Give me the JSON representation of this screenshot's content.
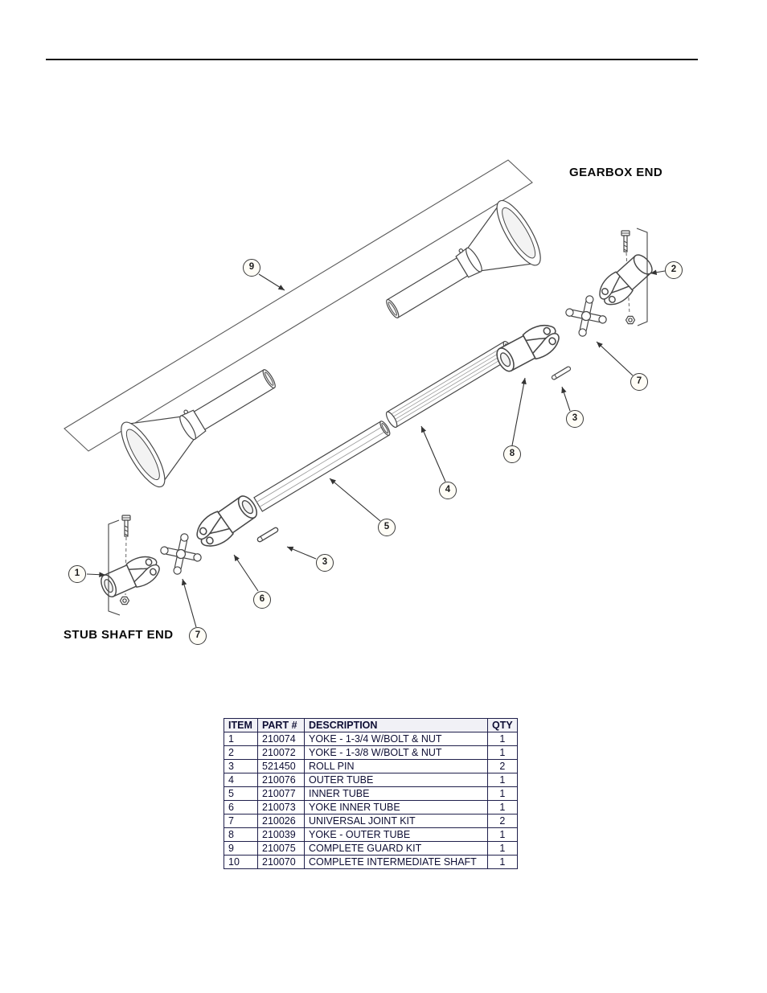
{
  "diagram": {
    "labels": {
      "gearbox_end": "GEARBOX END",
      "stub_shaft_end": "STUB SHAFT END"
    },
    "callouts": [
      {
        "n": "1"
      },
      {
        "n": "2"
      },
      {
        "n": "3"
      },
      {
        "n": "3"
      },
      {
        "n": "4"
      },
      {
        "n": "5"
      },
      {
        "n": "6"
      },
      {
        "n": "7"
      },
      {
        "n": "7"
      },
      {
        "n": "8"
      },
      {
        "n": "9"
      }
    ]
  },
  "parts_table": {
    "headers": [
      "ITEM",
      "PART #",
      "DESCRIPTION",
      "QTY"
    ],
    "rows": [
      [
        "1",
        "210074",
        "YOKE - 1-3/4 W/BOLT & NUT",
        "1"
      ],
      [
        "2",
        "210072",
        "YOKE - 1-3/8 W/BOLT & NUT",
        "1"
      ],
      [
        "3",
        "521450",
        "ROLL PIN",
        "2"
      ],
      [
        "4",
        "210076",
        "OUTER TUBE",
        "1"
      ],
      [
        "5",
        "210077",
        "INNER TUBE",
        "1"
      ],
      [
        "6",
        "210073",
        "YOKE INNER TUBE",
        "1"
      ],
      [
        "7",
        "210026",
        "UNIVERSAL JOINT KIT",
        "2"
      ],
      [
        "8",
        "210039",
        "YOKE - OUTER TUBE",
        "1"
      ],
      [
        "9",
        "210075",
        "COMPLETE GUARD KIT",
        "1"
      ],
      [
        "10",
        "210070",
        "COMPLETE INTERMEDIATE SHAFT",
        "1"
      ]
    ]
  },
  "colors": {
    "ink": "#141414",
    "table_border": "#20204c",
    "line_art": "#474747"
  }
}
